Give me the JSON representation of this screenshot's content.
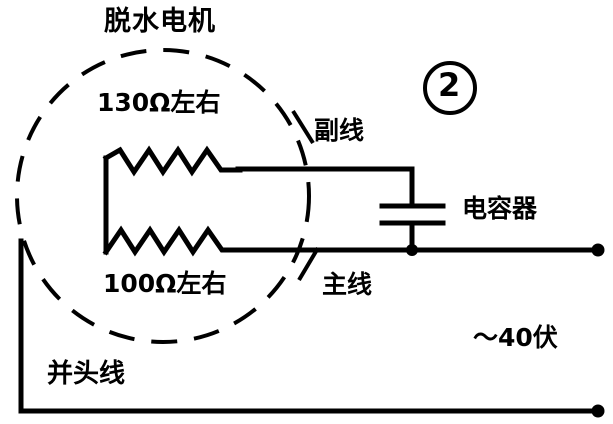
{
  "diagram": {
    "title": "脱水电机",
    "index_marker": "②",
    "labels": {
      "resistor_top": "130Ω左右",
      "resistor_bottom": "100Ω左右",
      "auxiliary_winding": "副线",
      "main_winding": "主线",
      "capacitor": "电容器",
      "voltage": "～40伏",
      "joint_wire": "并头线"
    },
    "colors": {
      "ink": "#000000",
      "background": "#ffffff"
    },
    "components": [
      {
        "name": "resistor-top",
        "label": "130Ω左右",
        "value": "130",
        "unit": "Ω",
        "qualifier": "左右"
      },
      {
        "name": "resistor-bottom",
        "label": "100Ω左右",
        "value": "100",
        "unit": "Ω",
        "qualifier": "左右"
      },
      {
        "name": "capacitor",
        "label": "电容器"
      },
      {
        "name": "power-source",
        "label": "～40伏",
        "value": "40",
        "unit": "伏",
        "type": "AC"
      }
    ]
  }
}
